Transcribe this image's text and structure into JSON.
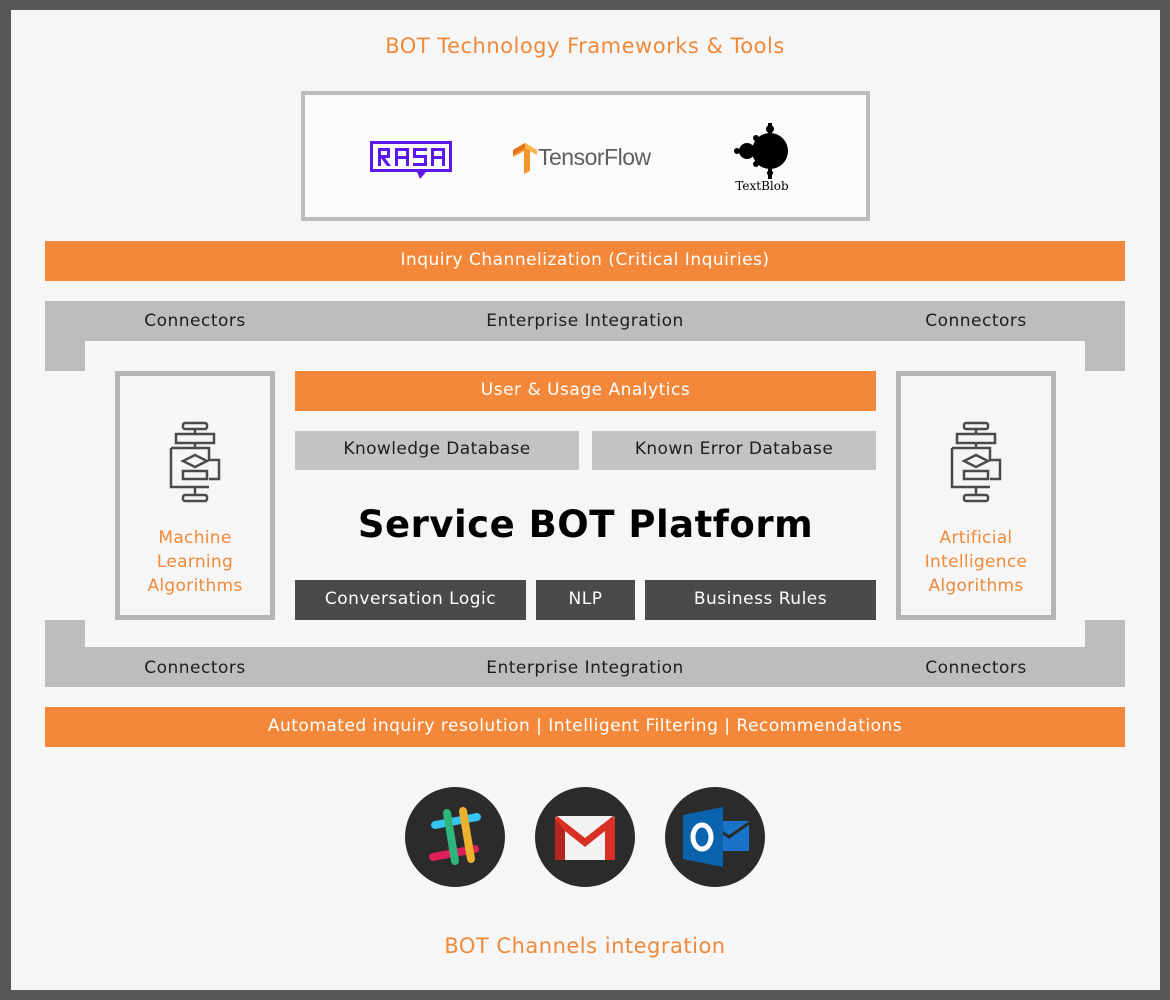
{
  "header": {
    "title": "BOT Technology Frameworks & Tools"
  },
  "frameworks": [
    {
      "name": "rasa-logo",
      "label": "RASA"
    },
    {
      "name": "tensorflow-logo",
      "label": "TensorFlow"
    },
    {
      "name": "textblob-logo",
      "label": "TextBlob"
    }
  ],
  "inquiry_bar": "Inquiry Channelization  (Critical Inquiries)",
  "top_integration": {
    "left": "Connectors",
    "center": "Enterprise Integration",
    "right": "Connectors"
  },
  "bottom_integration": {
    "left": "Connectors",
    "center": "Enterprise Integration",
    "right": "Connectors"
  },
  "platform": {
    "analytics": "User & Usage Analytics",
    "knowledge_db": "Knowledge Database",
    "known_error_db": "Known Error Database",
    "title": "Service BOT Platform",
    "conversation_logic": "Conversation Logic",
    "nlp": "NLP",
    "business_rules": "Business Rules"
  },
  "left_panel": {
    "line1": "Machine",
    "line2": "Learning",
    "line3": "Algorithms",
    "icon": "flowchart-icon"
  },
  "right_panel": {
    "line1": "Artificial",
    "line2": "Intelligence",
    "line3": "Algorithms",
    "icon": "flowchart-icon"
  },
  "resolution_bar": "Automated inquiry resolution | Intelligent Filtering | Recommendations",
  "channels": [
    {
      "icon": "slack-icon"
    },
    {
      "icon": "gmail-icon"
    },
    {
      "icon": "outlook-icon"
    }
  ],
  "footer": {
    "title": "BOT Channels integration"
  },
  "colors": {
    "orange": "#f4883a",
    "gray": "#bdbdbd",
    "dark": "#4a4a4a",
    "frame": "#575757"
  }
}
